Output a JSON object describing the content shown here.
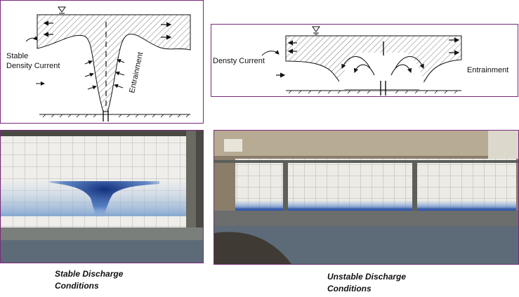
{
  "stable_diagram": {
    "label_current": [
      "Stable",
      "Density Current"
    ],
    "label_entrainment": "Entrainment"
  },
  "unstable_diagram": {
    "label_current": "Densty Current",
    "label_entrainment": "Entrainment"
  },
  "captions": {
    "stable": [
      "Stable Discharge",
      "Conditions"
    ],
    "unstable": [
      "Unstable Discharge",
      "Conditions"
    ]
  },
  "colors": {
    "frame": "#7a2a7a",
    "dye": "#1f4fb0",
    "tank_wall": "#ecebe6",
    "floor": "#5d6b78"
  },
  "icons": [
    "water-surface-icon",
    "flow-arrow-icon",
    "discharge-nozzle-icon"
  ]
}
